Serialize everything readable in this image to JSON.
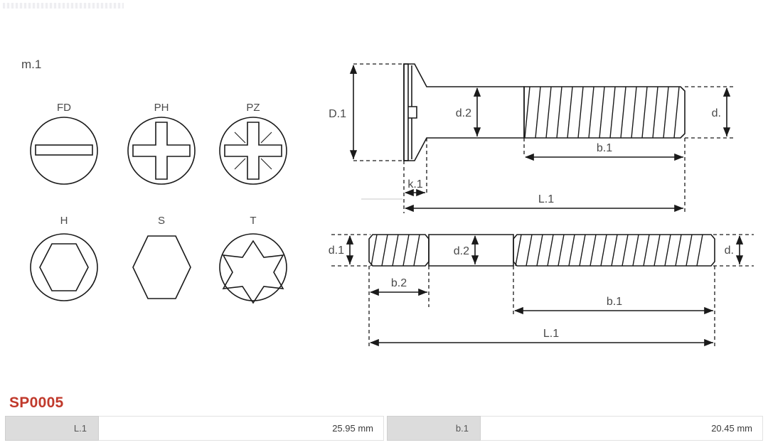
{
  "page": {
    "part_code": "SP0005",
    "group_label": "m.1"
  },
  "head_types": {
    "row1": [
      {
        "code": "FD",
        "icon": "slotted-head-icon"
      },
      {
        "code": "PH",
        "icon": "phillips-head-icon"
      },
      {
        "code": "PZ",
        "icon": "pozidriv-head-icon"
      }
    ],
    "row2": [
      {
        "code": "H",
        "icon": "hex-socket-head-icon"
      },
      {
        "code": "S",
        "icon": "hex-external-head-icon"
      },
      {
        "code": "T",
        "icon": "torx-head-icon"
      }
    ]
  },
  "screw_diagram": {
    "name": "countersunk-slotted-screw",
    "dimensions": {
      "head_diameter": "D.1",
      "shank_diameter": "d.2",
      "thread_diameter": "d.",
      "thread_length": "b.1",
      "head_height": "k.1",
      "total_length": "L.1"
    }
  },
  "stud_diagram": {
    "name": "double-ended-stud",
    "dimensions": {
      "left_thread_diameter": "d.1",
      "shank_diameter": "d.2",
      "right_thread_diameter": "d.",
      "left_thread_length": "b.2",
      "right_thread_length": "b.1",
      "total_length": "L.1"
    }
  },
  "spec_table": {
    "rows": [
      {
        "key": "L.1",
        "value": "25.95 mm"
      },
      {
        "key": "b.1",
        "value": "20.45 mm"
      }
    ]
  },
  "colors": {
    "part_code": "#c0392b",
    "line": "#1a1a1a",
    "label": "#4a4a4a",
    "table_header_bg": "#dcdcdc"
  }
}
